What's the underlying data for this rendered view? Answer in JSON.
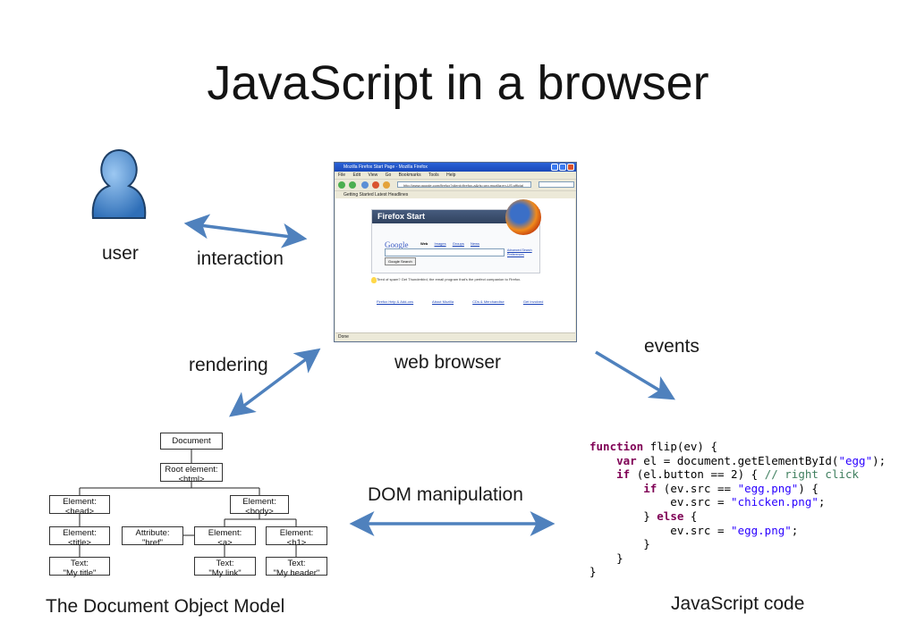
{
  "title": "JavaScript in a browser",
  "labels": {
    "user": "user",
    "interaction": "interaction",
    "web_browser": "web browser",
    "rendering": "rendering",
    "events": "events",
    "dom_manipulation": "DOM manipulation",
    "dom_caption": "The Document Object Model",
    "js_caption": "JavaScript code"
  },
  "arrow_color": "#4f81bd",
  "browser": {
    "window_title": "Mozilla Firefox Start Page - Mozilla Firefox",
    "menu": [
      "File",
      "Edit",
      "View",
      "Go",
      "Bookmarks",
      "Tools",
      "Help"
    ],
    "url": "http://www.google.com/firefox?client=firefox-a&rls=org.mozilla:en-US:official",
    "bookmarks": "Getting Started   Latest Headlines",
    "page_header": "Firefox Start",
    "google_logo": "Google",
    "google_tabs": [
      "Web",
      "Images",
      "Groups",
      "News"
    ],
    "google_button": "Google Search",
    "advanced": "Advanced Search Preferences",
    "tip": "Tired of spam? Get Thunderbird, the email program that's the perfect companion to Firefox.",
    "footer_links": [
      "Firefox Help & Add-ons",
      "About Mozilla",
      "CDs & Merchandise",
      "Get Involved"
    ],
    "status": "Done"
  },
  "dom": {
    "document": "Document",
    "root": [
      "Root element:",
      "<html>"
    ],
    "head": [
      "Element:",
      "<head>"
    ],
    "body": [
      "Element:",
      "<body>"
    ],
    "title_el": [
      "Element:",
      "<title>"
    ],
    "attr": [
      "Attribute:",
      "\"href\""
    ],
    "a_el": [
      "Element:",
      "<a>"
    ],
    "h1_el": [
      "Element:",
      "<h1>"
    ],
    "text_title": [
      "Text:",
      "\"My title\""
    ],
    "text_link": [
      "Text:",
      "\"My link\""
    ],
    "text_header": [
      "Text:",
      "\"My header\""
    ]
  },
  "code_lines": [
    "function flip(ev) {",
    "    var el = document.getElementById(\"egg\");",
    "    if (el.button == 2) { // right click",
    "        if (ev.src == \"egg.png\") {",
    "            ev.src = \"chicken.png\";",
    "        } else {",
    "            ev.src = \"egg.png\";",
    "        }",
    "    }",
    "}"
  ]
}
